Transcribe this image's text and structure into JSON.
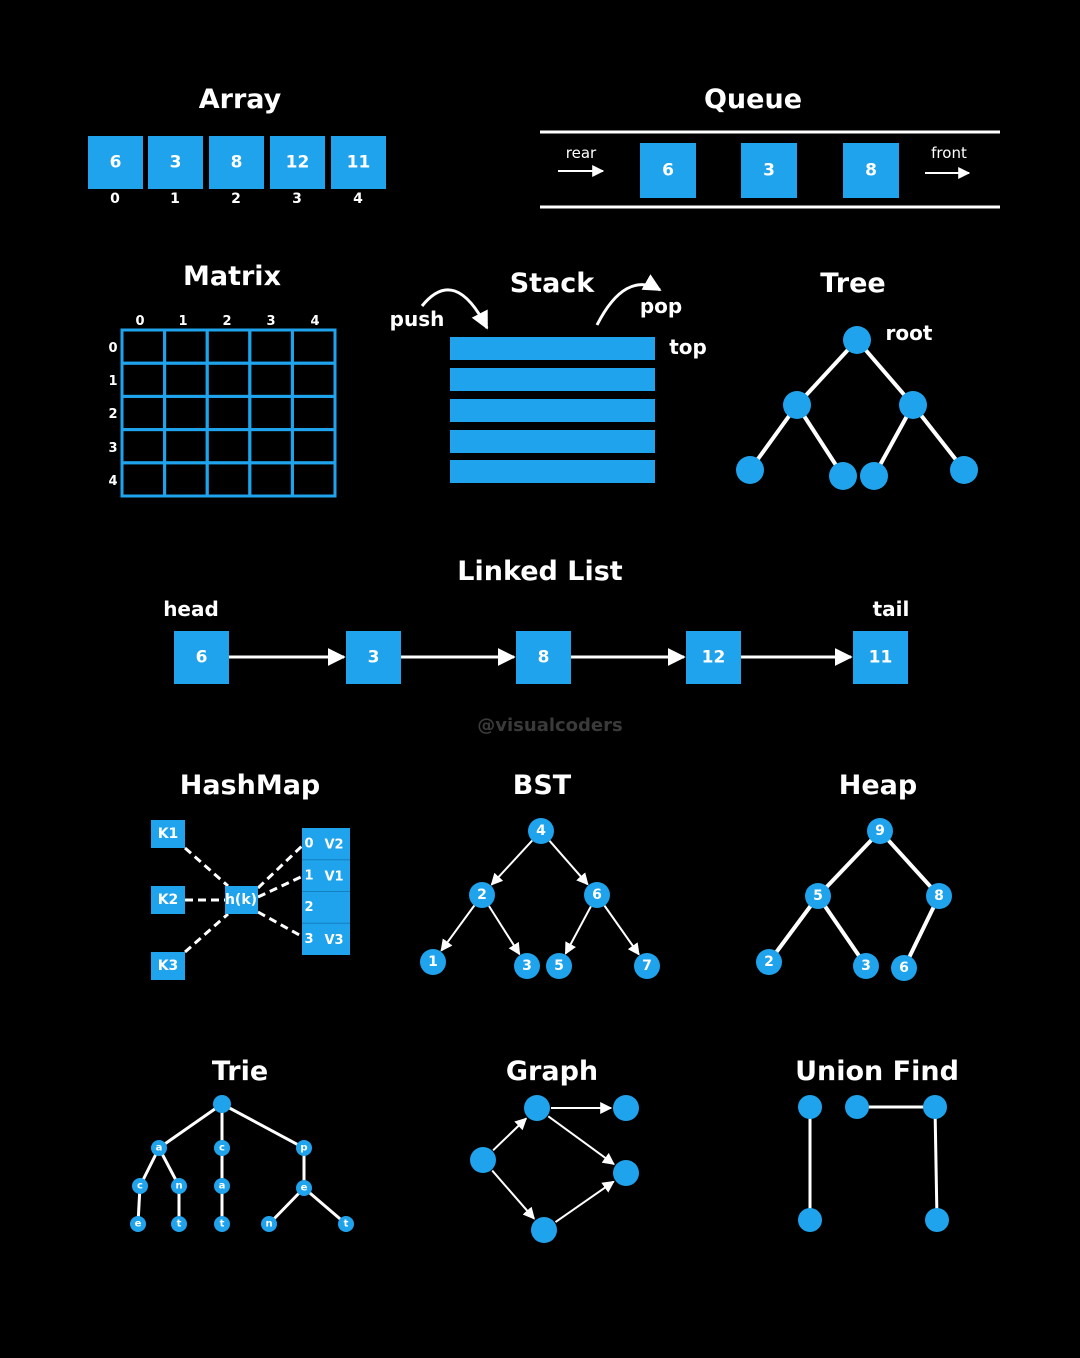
{
  "colors": {
    "accent": "#1fa3ec",
    "background": "#000000",
    "line": "#ffffff",
    "watermark": "#3a3a3a"
  },
  "array": {
    "title": "Array",
    "values": [
      "6",
      "3",
      "8",
      "12",
      "11"
    ],
    "indices": [
      "0",
      "1",
      "2",
      "3",
      "4"
    ]
  },
  "queue": {
    "title": "Queue",
    "rear_label": "rear",
    "front_label": "front",
    "values": [
      "6",
      "3",
      "8"
    ]
  },
  "matrix": {
    "title": "Matrix",
    "col_labels": [
      "0",
      "1",
      "2",
      "3",
      "4"
    ],
    "row_labels": [
      "0",
      "1",
      "2",
      "3",
      "4"
    ]
  },
  "stack": {
    "title": "Stack",
    "push_label": "push",
    "pop_label": "pop",
    "top_label": "top"
  },
  "tree": {
    "title": "Tree",
    "root_label": "root"
  },
  "linked_list": {
    "title": "Linked List",
    "head_label": "head",
    "tail_label": "tail",
    "values": [
      "6",
      "3",
      "8",
      "12",
      "11"
    ]
  },
  "watermark": "@visualcoders",
  "hashmap": {
    "title": "HashMap",
    "keys": [
      "K1",
      "K2",
      "K3"
    ],
    "hash_label": "h(k)",
    "buckets": [
      {
        "index": "0",
        "value": "V2"
      },
      {
        "index": "1",
        "value": "V1"
      },
      {
        "index": "2",
        "value": ""
      },
      {
        "index": "3",
        "value": "V3"
      }
    ]
  },
  "bst": {
    "title": "BST",
    "values": [
      "4",
      "2",
      "6",
      "1",
      "3",
      "5",
      "7"
    ]
  },
  "heap": {
    "title": "Heap",
    "values": [
      "9",
      "5",
      "8",
      "2",
      "3",
      "6"
    ]
  },
  "trie": {
    "title": "Trie",
    "letters": [
      "",
      "a",
      "c",
      "p",
      "c",
      "n",
      "a",
      "e",
      "e",
      "t",
      "t",
      "n",
      "t"
    ]
  },
  "graph": {
    "title": "Graph"
  },
  "union_find": {
    "title": "Union Find"
  }
}
